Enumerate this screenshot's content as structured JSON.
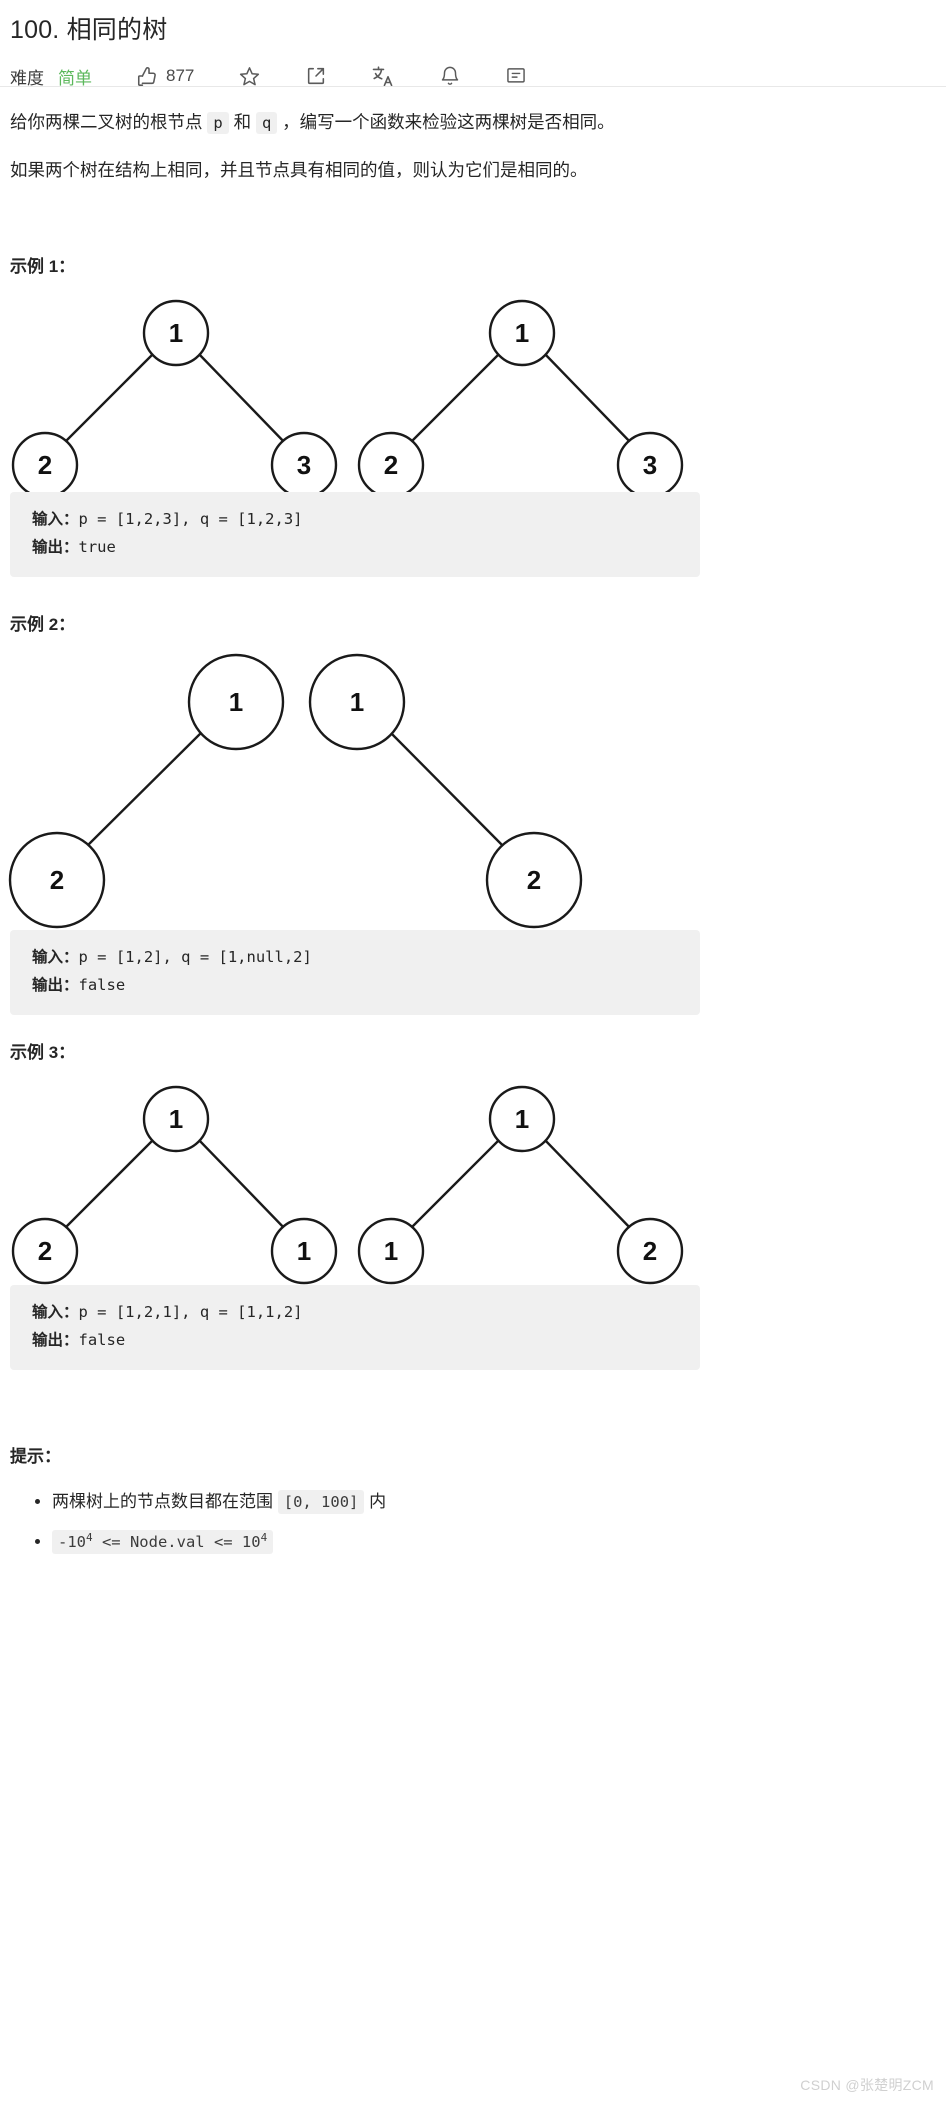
{
  "header": {
    "title": "100. 相同的树",
    "difficulty_label": "难度",
    "difficulty_value": "简单",
    "difficulty_color": "#5cb85c",
    "vote_count": "877",
    "icons": [
      {
        "name": "thumbs-up-icon",
        "label": "877"
      },
      {
        "name": "star-icon",
        "label": ""
      },
      {
        "name": "share-icon",
        "label": ""
      },
      {
        "name": "translate-icon",
        "label": ""
      },
      {
        "name": "bell-icon",
        "label": ""
      },
      {
        "name": "flag-icon",
        "label": ""
      }
    ]
  },
  "description": {
    "paragraph_1_before": "给你两棵二叉树的根节点 ",
    "paragraph_1_code_p": "p",
    "paragraph_1_mid": " 和 ",
    "paragraph_1_code_q": "q",
    "paragraph_1_after": " ，编写一个函数来检验这两棵树是否相同。",
    "paragraph_2": "如果两个树在结构上相同，并且节点具有相同的值，则认为它们是相同的。"
  },
  "examples": [
    {
      "heading": "示例 1：",
      "input_label": "输入：",
      "input_value": "p = [1,2,3], q = [1,2,3]",
      "output_label": "输出：",
      "output_value": "true",
      "trees": [
        {
          "nodes": [
            "1",
            "2",
            "3"
          ],
          "shape": "full"
        },
        {
          "nodes": [
            "1",
            "2",
            "3"
          ],
          "shape": "full"
        }
      ]
    },
    {
      "heading": "示例 2：",
      "input_label": "输入：",
      "input_value": "p = [1,2], q = [1,null,2]",
      "output_label": "输出：",
      "output_value": "false",
      "trees": [
        {
          "nodes": [
            "1",
            "2"
          ],
          "shape": "left-only"
        },
        {
          "nodes": [
            "1",
            "2"
          ],
          "shape": "right-only"
        }
      ]
    },
    {
      "heading": "示例 3：",
      "input_label": "输入：",
      "input_value": "p = [1,2,1], q = [1,1,2]",
      "output_label": "输出：",
      "output_value": "false",
      "trees": [
        {
          "nodes": [
            "1",
            "2",
            "1"
          ],
          "shape": "full"
        },
        {
          "nodes": [
            "1",
            "1",
            "2"
          ],
          "shape": "full"
        }
      ]
    }
  ],
  "hints": {
    "title": "提示：",
    "items": [
      {
        "text_before": "两棵树上的节点数目都在范围 ",
        "code": "[0, 100]",
        "text_after": " 内"
      },
      {
        "text_before": "",
        "code_base_neg": "-10",
        "code_sup_1": "4",
        "code_mid": " <= Node.val <= 10",
        "code_sup_2": "4",
        "text_after": ""
      }
    ]
  },
  "watermark": "CSDN @张楚明ZCM"
}
